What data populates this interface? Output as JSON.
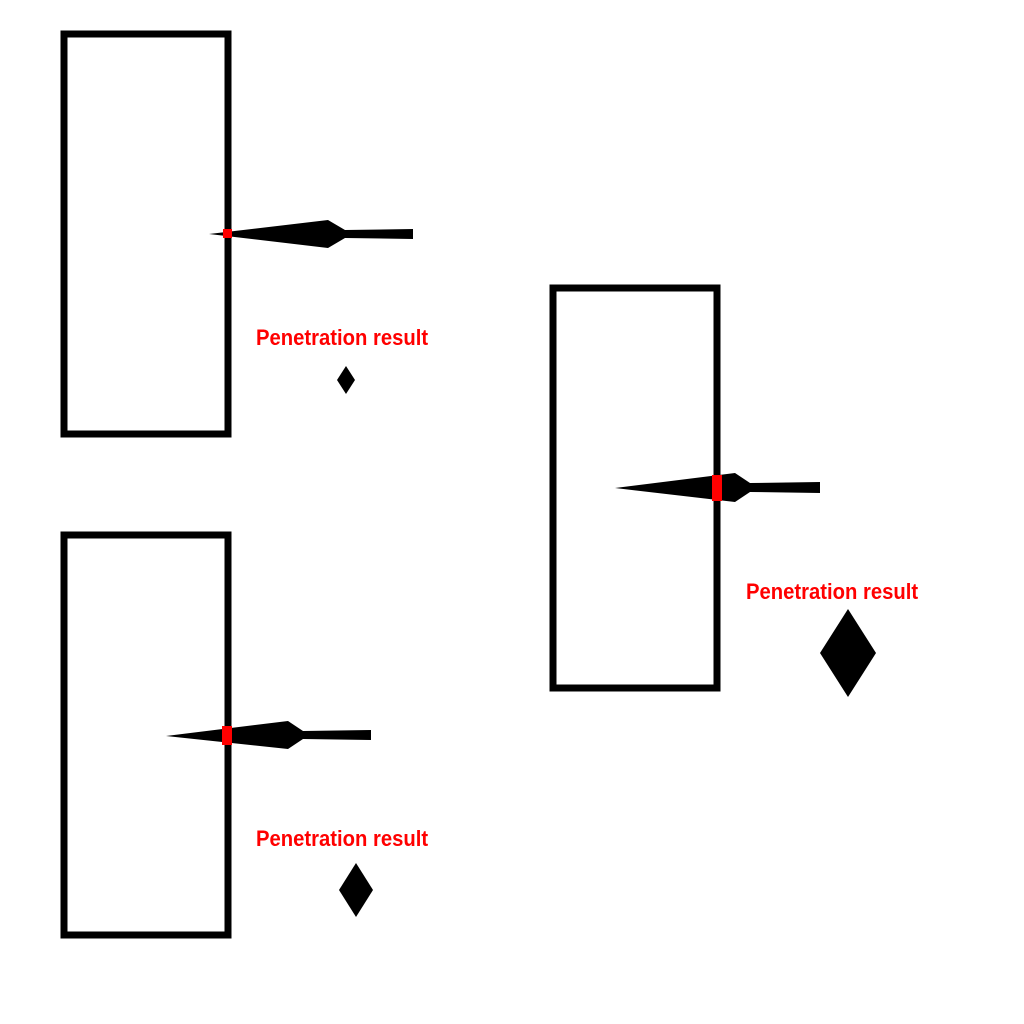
{
  "colors": {
    "outline": "#000000",
    "highlight": "#ff0000",
    "label": "#ff0000"
  },
  "panels": [
    {
      "label": "Penetration result"
    },
    {
      "label": "Penetration result"
    },
    {
      "label": "Penetration result"
    }
  ]
}
